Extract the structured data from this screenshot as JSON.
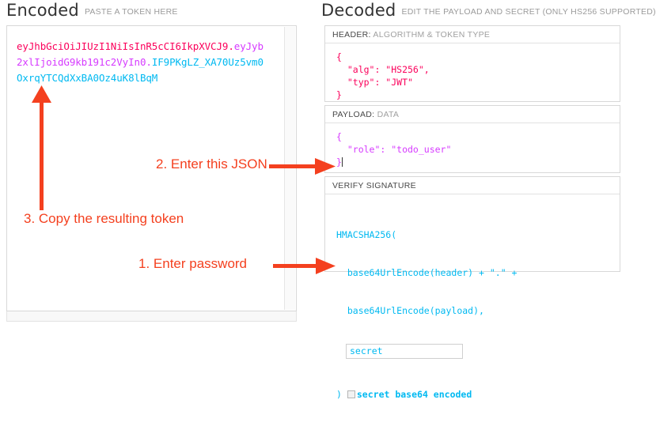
{
  "encoded": {
    "title": "Encoded",
    "subtitle": "PASTE A TOKEN HERE",
    "token": {
      "header": "eyJhbGciOiJIUzI1NiIsInR5cCI6IkpXVCJ9",
      "dot1": ".",
      "payload": "eyJyb2xlIjoidG9kb191c2VyIn0",
      "dot2": ".",
      "signature": "IF9PKgLZ_XA70Uz5vm0OxrqYTCQdXxBA0Oz4uK8lBqM",
      "full": "eyJhbGciOiJIUzI1NiIsInR5cCI6IkpXVCJ9.eyJyb2xlIjoidG9kb191c2VyIn0.IF9PKgLZ_XA70Uz5vm0OxrqYTCQdXxBA0Oz4uK8lBqM"
    }
  },
  "decoded": {
    "title": "Decoded",
    "subtitle": "EDIT THE PAYLOAD AND SECRET (ONLY HS256 SUPPORTED)",
    "header_section": {
      "label_strong": "HEADER:",
      "label_muted": "ALGORITHM & TOKEN TYPE",
      "body": "{\n  \"alg\": \"HS256\",\n  \"typ\": \"JWT\"\n}"
    },
    "payload_section": {
      "label_strong": "PAYLOAD:",
      "label_muted": "DATA",
      "body": "{\n  \"role\": \"todo_user\"\n}"
    },
    "signature_section": {
      "label_strong": "VERIFY SIGNATURE",
      "label_muted": "",
      "line1": "HMACSHA256(",
      "line2": "  base64UrlEncode(header) + \".\" +",
      "line3": "  base64UrlEncode(payload),",
      "secret_value": "secret",
      "secret_placeholder": "secret",
      "closing_paren": ")",
      "base64_checkbox_label": "secret base64 encoded",
      "base64_checked": false
    }
  },
  "annotations": {
    "step1": "1. Enter password",
    "step2": "2. Enter this JSON",
    "step3": "3. Copy the resulting token"
  },
  "colors": {
    "jwt_header": "#fb015b",
    "jwt_payload": "#d63aff",
    "jwt_signature": "#00b9f1",
    "annotation_red": "#f4401f",
    "panel_border": "#d8d8d8"
  }
}
